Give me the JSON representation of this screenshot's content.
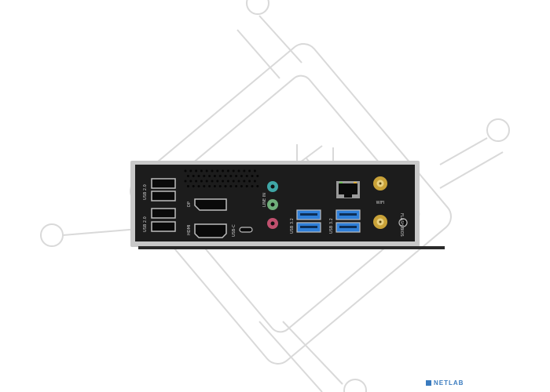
{
  "colors": {
    "background": "#ffffff",
    "shield_frame": "#c8c8c8",
    "shield_panel": "#1c1c1c",
    "port_blue": "#2f7fd8",
    "audio_teal": "#3fa6a6",
    "audio_green": "#6fae7a",
    "audio_pink": "#c0506e",
    "antenna_gold": "#c9a238",
    "watermark_line": "#d9d9d9",
    "brand_blue": "#3a7bbf"
  },
  "ports": {
    "usb_a_left_top_label": "USB 2.0",
    "usb_a_left_bottom_label": "USB 2.0",
    "displayport_label": "DP",
    "hdmi_label": "HDMI",
    "usb_c_label": "USB-C",
    "audio_label": "LINE IN",
    "usb_blue_left_label": "USB 3.2",
    "usb_blue_right_label": "USB 3.2",
    "wifi_label": "WIFI",
    "flash_label": "FLASH BIOS"
  },
  "brand": {
    "name": "NETLAB"
  },
  "icons": {
    "ethernet": "ethernet-port-icon",
    "antenna": "antenna-connector-icon",
    "flash_button": "flash-button-icon"
  }
}
